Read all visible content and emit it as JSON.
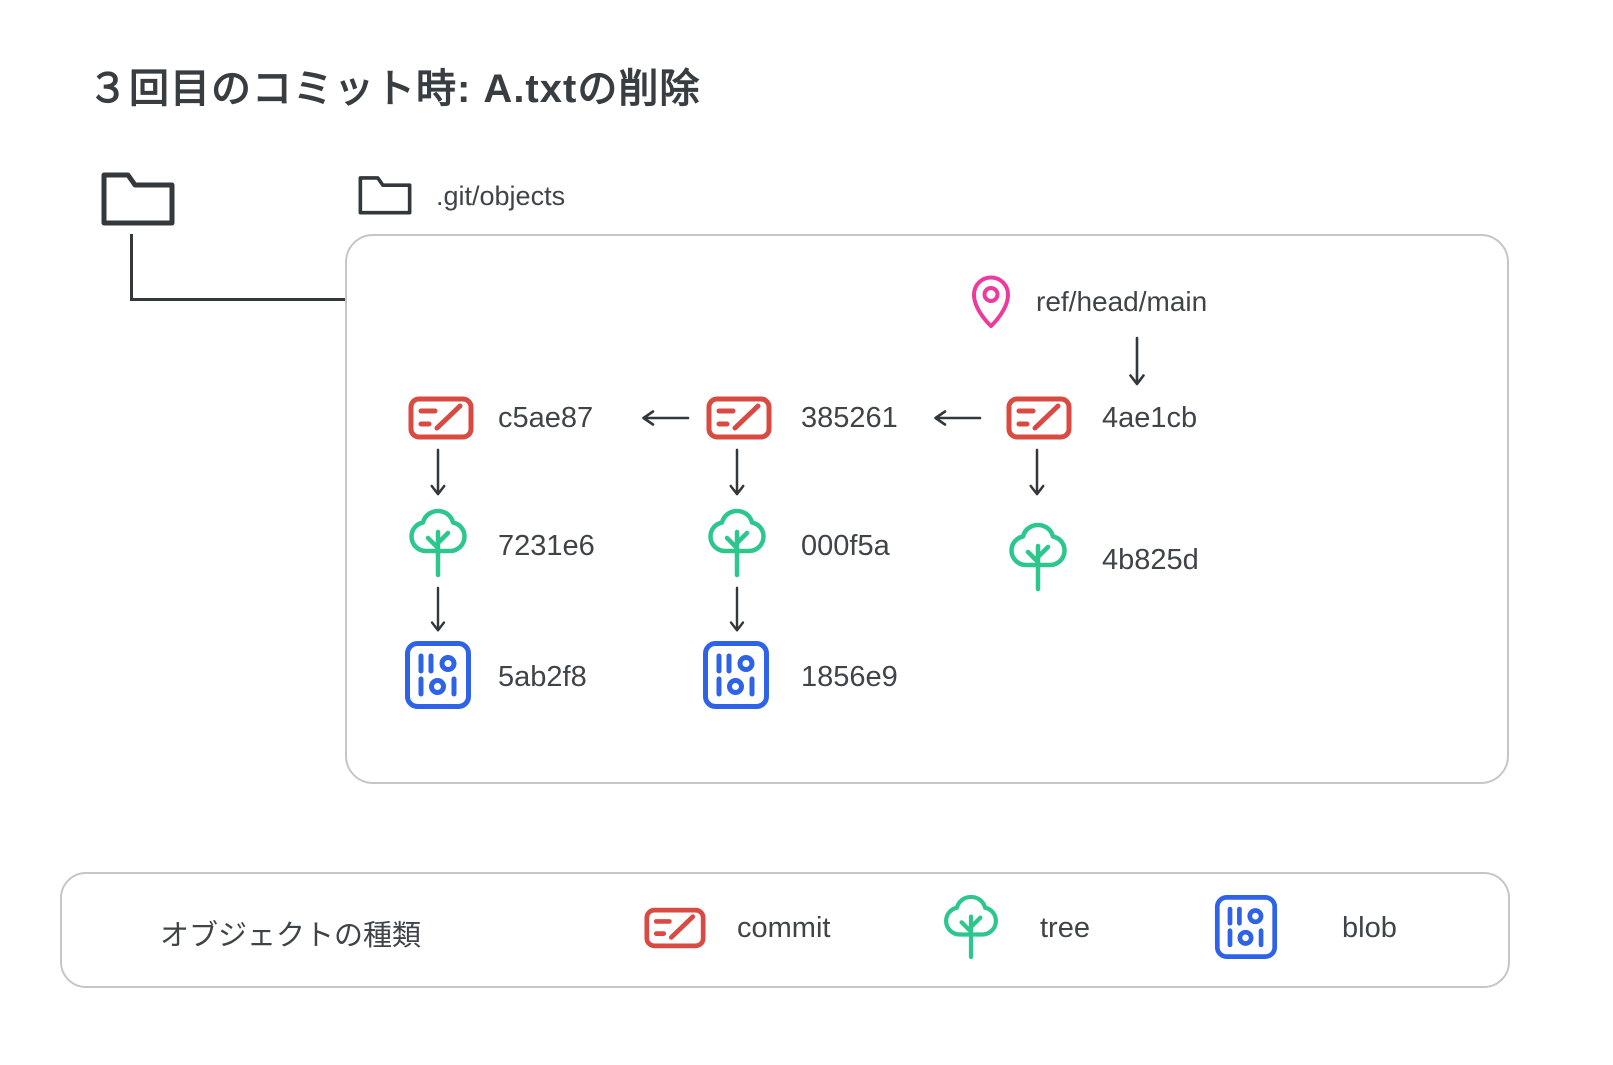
{
  "title": "３回目のコミット時: A.txtの削除",
  "colors": {
    "commit": "#d94a42",
    "tree": "#2dc78e",
    "blob": "#2e63e8",
    "pin": "#ee3a9c",
    "line": "#33383c",
    "border": "#c6c6c6",
    "text": "#3f4449"
  },
  "folders": {
    "objects_label": ".git/objects"
  },
  "diagram": {
    "ref_label": "ref/head/main",
    "commits": [
      {
        "id": "c5ae87",
        "tree": "7231e6",
        "blob": "5ab2f8"
      },
      {
        "id": "385261",
        "tree": "000f5a",
        "blob": "1856e9"
      },
      {
        "id": "4ae1cb",
        "tree": "4b825d",
        "blob": null
      }
    ]
  },
  "legend": {
    "title": "オブジェクトの種類",
    "items": [
      {
        "type": "commit",
        "label": "commit"
      },
      {
        "type": "tree",
        "label": "tree"
      },
      {
        "type": "blob",
        "label": "blob"
      }
    ]
  }
}
